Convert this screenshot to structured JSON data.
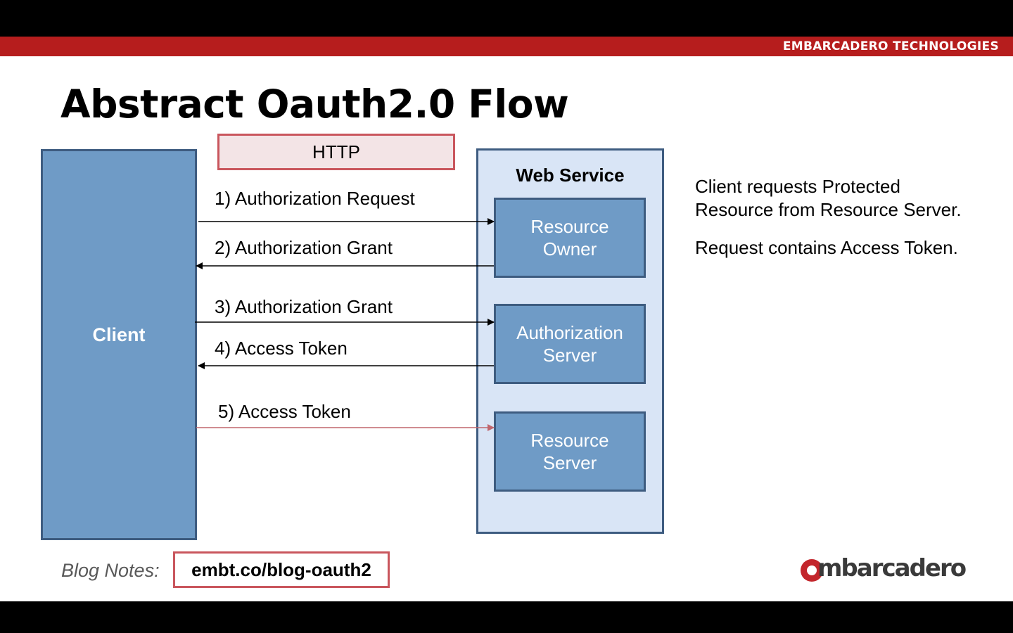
{
  "header": {
    "company": "EMBARCADERO TECHNOLOGIES"
  },
  "slide": {
    "title": "Abstract Oauth2.0 Flow"
  },
  "diagram": {
    "protocol_label": "HTTP",
    "client_label": "Client",
    "web_service_title": "Web Service",
    "servers": {
      "resource_owner": [
        "Resource",
        "Owner"
      ],
      "authorization_server": [
        "Authorization",
        "Server"
      ],
      "resource_server": [
        "Resource",
        "Server"
      ]
    },
    "steps": [
      {
        "label": "1) Authorization Request",
        "direction": "to-server"
      },
      {
        "label": "2) Authorization Grant",
        "direction": "to-client"
      },
      {
        "label": "3) Authorization Grant",
        "direction": "to-server"
      },
      {
        "label": "4) Access Token",
        "direction": "to-client"
      },
      {
        "label": "5) Access Token",
        "direction": "to-server",
        "highlighted": true
      }
    ]
  },
  "notes": {
    "paragraph1": "Client requests Protected Resource from Resource Server.",
    "paragraph2": "Request contains Access Token."
  },
  "footer": {
    "blog_label": "Blog Notes:",
    "blog_link": "embt.co/blog-oauth2",
    "logo_text": "mbarcadero"
  },
  "colors": {
    "brand_red": "#b61d1d",
    "box_blue": "#6f9bc6",
    "box_border": "#3e5c80",
    "panel_light_blue": "#d9e5f6",
    "highlight_arrow": "#c0666d"
  }
}
